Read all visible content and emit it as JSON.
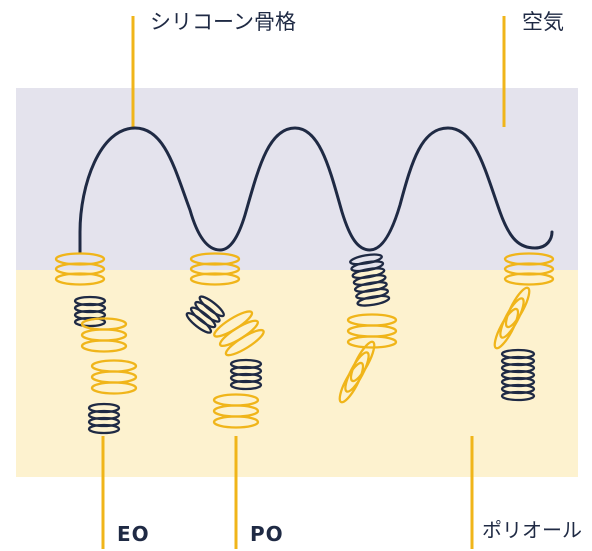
{
  "labels": {
    "silicone_backbone": "シリコーン骨格",
    "air": "空気",
    "eo": "EO",
    "po": "PO",
    "polyol": "ポリオール"
  },
  "colors": {
    "air_layer": "#e4e3ed",
    "polyol_layer": "#fdf2cf",
    "leader_line": "#f0b51a",
    "backbone": "#1f2a44",
    "eo_coil": "#f0b51a",
    "po_coil": "#1f2a44",
    "text": "#1f2a44"
  }
}
